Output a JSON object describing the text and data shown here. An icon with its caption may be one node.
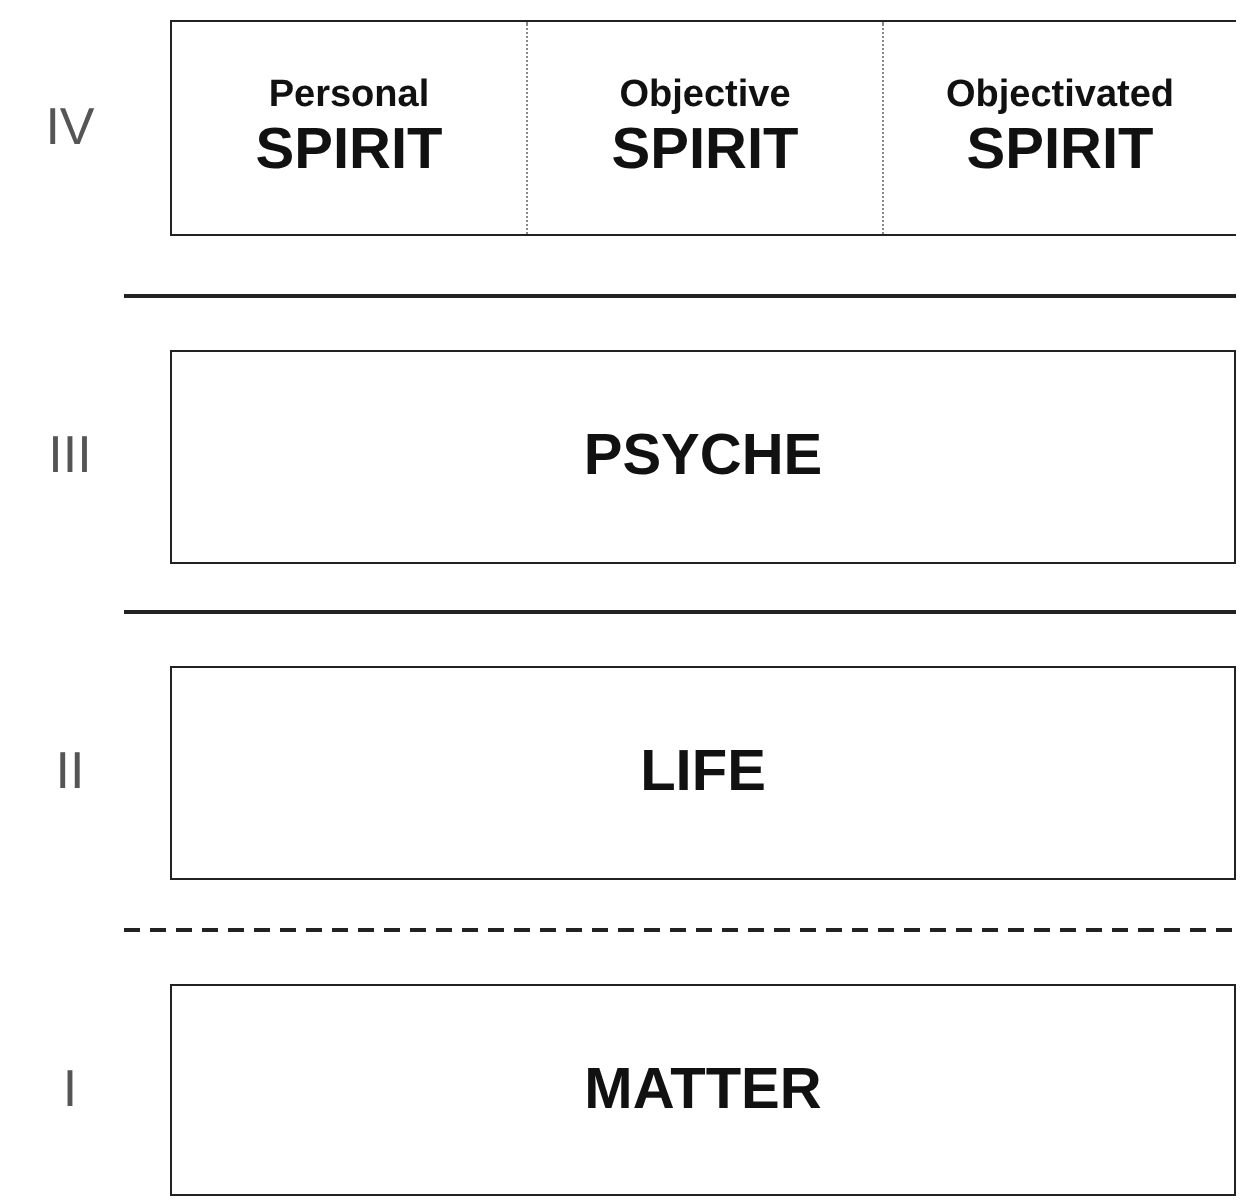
{
  "diagram": {
    "nodes": [
      {
        "text": [],
        "shape": "box",
        "beside": [
          "IV"
        ]
      },
      {
        "text": [
          "Personal",
          "SPIRIT"
        ],
        "in": 0
      },
      {
        "text": [
          "Objective",
          "SPIRIT"
        ],
        "in": 0
      },
      {
        "text": [
          "Objectivated",
          "SPIRIT"
        ],
        "in": 0
      },
      {
        "text": [
          "PSYCHE"
        ],
        "beside": [
          "III"
        ]
      },
      {
        "text": [
          "LIFE"
        ],
        "beside": [
          "II"
        ]
      },
      {
        "text": [
          "MATTER"
        ],
        "beside": [
          "I"
        ]
      }
    ]
  }
}
